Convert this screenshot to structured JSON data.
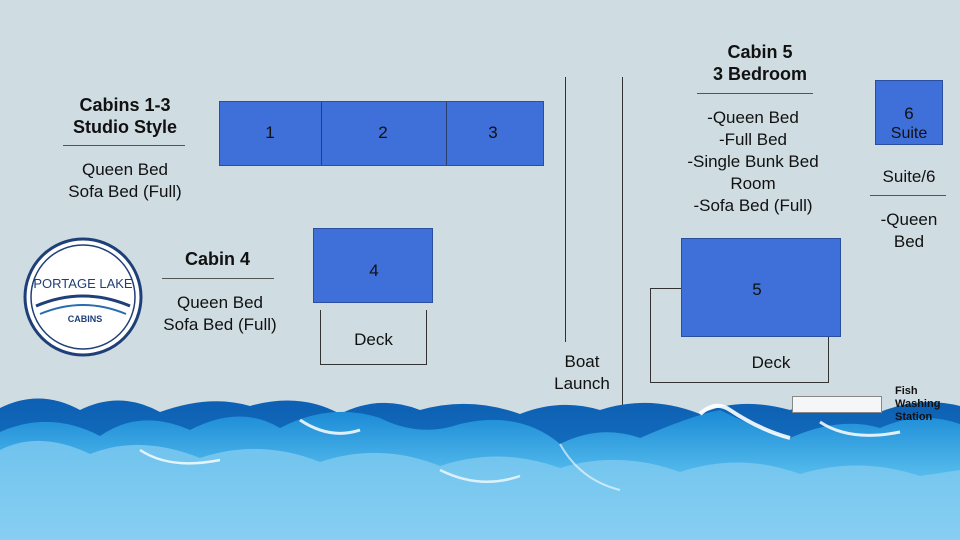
{
  "cabins_1_3": {
    "heading_line1": "Cabins 1-3",
    "heading_line2": "Studio Style",
    "amenities": [
      "Queen Bed",
      "Sofa Bed (Full)"
    ],
    "units": [
      "1",
      "2",
      "3"
    ]
  },
  "cabin_4": {
    "heading": "Cabin 4",
    "amenities": [
      "Queen Bed",
      "Sofa Bed (Full)"
    ],
    "unit": "4",
    "deck_label": "Deck"
  },
  "cabin_5": {
    "heading_line1": "Cabin 5",
    "heading_line2": "3 Bedroom",
    "amenities": [
      "-Queen Bed",
      "-Full Bed",
      "-Single Bunk Bed",
      "Room",
      "-Sofa Bed (Full)"
    ],
    "unit": "5",
    "deck_label": "Deck"
  },
  "suite_6": {
    "unit_number": "6",
    "unit_label": "Suite",
    "heading": "Suite/6",
    "amenities": [
      "-Queen",
      "Bed"
    ]
  },
  "boat_launch": {
    "line1": "Boat",
    "line2": "Launch"
  },
  "fish_station": {
    "line1": "Fish",
    "line2": "Washing",
    "line3": "Station"
  },
  "logo": {
    "line1": "PORTAGE LAKE",
    "line2": "CABINS"
  },
  "colors": {
    "background": "#cfdde3",
    "cabin_fill": "#3f6fd8",
    "water": "#2aa0de"
  }
}
